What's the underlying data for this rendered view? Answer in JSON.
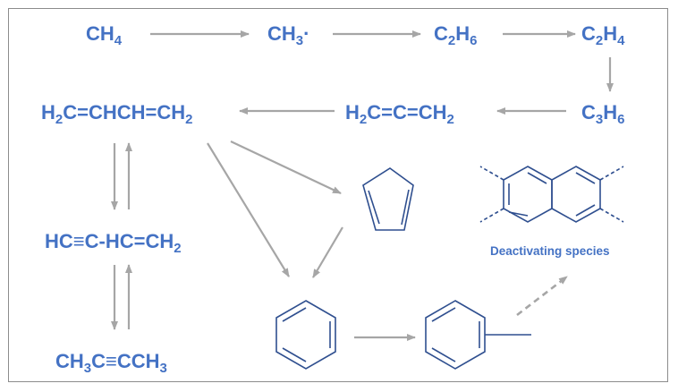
{
  "species": {
    "ch4": "CH4",
    "ch3_radical": "CH3·",
    "c2h6": "C2H6",
    "c2h4": "C2H4",
    "c3h6": "C3H6",
    "allene": "H2C=C=CH2",
    "butadiene": "H2C=CHCH=CH2",
    "vinylacetylene": "HC≡C-HC=CH2",
    "butyne": "CH3C≡CCH3"
  },
  "labels": {
    "deactivating": "Deactivating species"
  },
  "colors": {
    "text": "#4472c4",
    "structure": "#2f4f8f",
    "arrow": "#a6a6a6",
    "frame": "#8c8c8c"
  },
  "structures": [
    "cyclopentadiene",
    "benzene",
    "toluene",
    "naphthalene-unit"
  ]
}
